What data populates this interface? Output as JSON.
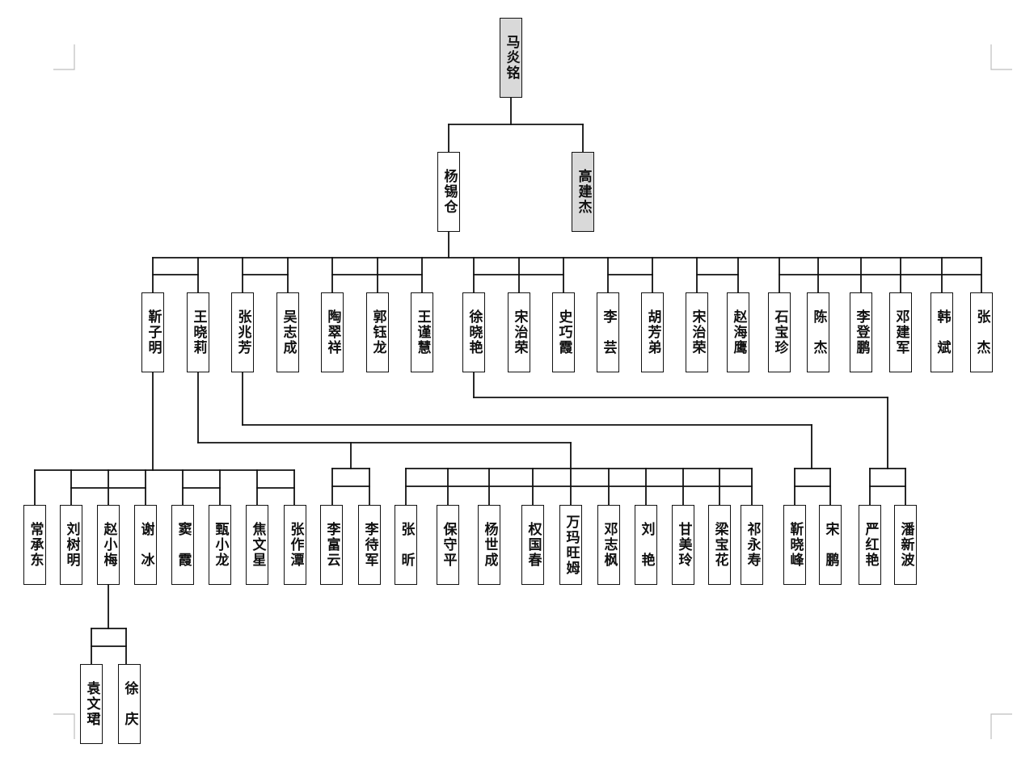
{
  "colors": {
    "line": "#111111",
    "shaded_fill": "#d9d9d9",
    "box_fill": "#ffffff"
  },
  "root": {
    "label": "马炎铭"
  },
  "level1": [
    {
      "label": "杨锡仓"
    },
    {
      "label": "高建杰"
    }
  ],
  "level2": [
    {
      "label": "靳子明"
    },
    {
      "label": "王晓莉"
    },
    {
      "label": "张兆芳"
    },
    {
      "label": "吴志成"
    },
    {
      "label": "陶翠祥"
    },
    {
      "label": "郭钰龙"
    },
    {
      "label": "王谨慧"
    },
    {
      "label": "徐晓艳"
    },
    {
      "label": "宋治荣"
    },
    {
      "label": "史巧霞"
    },
    {
      "label": "李　芸"
    },
    {
      "label": "胡芳弟"
    },
    {
      "label": "宋治荣"
    },
    {
      "label": "赵海鹰"
    },
    {
      "label": "石宝珍"
    },
    {
      "label": "陈　杰"
    },
    {
      "label": "李登鹏"
    },
    {
      "label": "邓建军"
    },
    {
      "label": "韩　斌"
    },
    {
      "label": "张　杰"
    }
  ],
  "level3": [
    {
      "label": "常承东"
    },
    {
      "label": "刘树明"
    },
    {
      "label": "赵小梅"
    },
    {
      "label": "谢　冰"
    },
    {
      "label": "窦　霞"
    },
    {
      "label": "甄小龙"
    },
    {
      "label": "焦文星"
    },
    {
      "label": "张作潭"
    },
    {
      "label": "李富云"
    },
    {
      "label": "李待军"
    },
    {
      "label": "张　昕"
    },
    {
      "label": "保守平"
    },
    {
      "label": "杨世成"
    },
    {
      "label": "权国春"
    },
    {
      "label": "万玛旺姆"
    },
    {
      "label": "邓志枫"
    },
    {
      "label": "刘　艳"
    },
    {
      "label": "甘美玲"
    },
    {
      "label": "梁宝花"
    },
    {
      "label": "祁永寿"
    },
    {
      "label": "靳晓峰"
    },
    {
      "label": "宋　鹏"
    },
    {
      "label": "严红艳"
    },
    {
      "label": "潘新波"
    }
  ],
  "level4": [
    {
      "label": "袁文珺"
    },
    {
      "label": "徐　庆"
    }
  ]
}
